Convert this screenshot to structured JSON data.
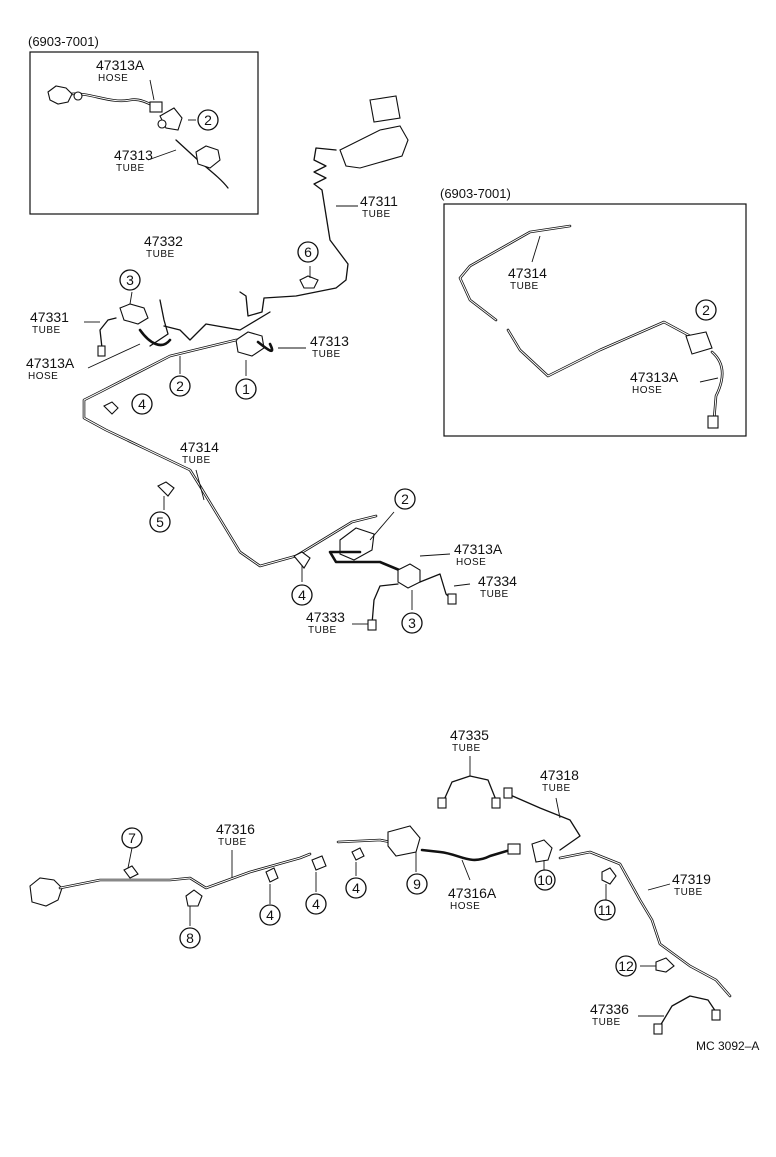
{
  "figure": {
    "reference_code": "MC 3092–A",
    "inset_boxes": [
      {
        "id": "inset-top-left",
        "header": "(6903-7001)"
      },
      {
        "id": "inset-right",
        "header": "(6903-7001)"
      }
    ],
    "labels": [
      {
        "id": "lbl-47313A-inset-tl",
        "part": "47313A",
        "type": "HOSE"
      },
      {
        "id": "lbl-47313-inset-tl",
        "part": "47313",
        "type": "TUBE"
      },
      {
        "id": "lbl-47311",
        "part": "47311",
        "type": "TUBE"
      },
      {
        "id": "lbl-47332",
        "part": "47332",
        "type": "TUBE"
      },
      {
        "id": "lbl-47331",
        "part": "47331",
        "type": "TUBE"
      },
      {
        "id": "lbl-47313A-left",
        "part": "47313A",
        "type": "HOSE"
      },
      {
        "id": "lbl-47313-mid",
        "part": "47313",
        "type": "TUBE"
      },
      {
        "id": "lbl-47314-inset-r",
        "part": "47314",
        "type": "TUBE"
      },
      {
        "id": "lbl-47313A-inset-r",
        "part": "47313A",
        "type": "HOSE"
      },
      {
        "id": "lbl-47314-main",
        "part": "47314",
        "type": "TUBE"
      },
      {
        "id": "lbl-47313A-right",
        "part": "47313A",
        "type": "HOSE"
      },
      {
        "id": "lbl-47334",
        "part": "47334",
        "type": "TUBE"
      },
      {
        "id": "lbl-47333",
        "part": "47333",
        "type": "TUBE"
      },
      {
        "id": "lbl-47335",
        "part": "47335",
        "type": "TUBE"
      },
      {
        "id": "lbl-47318",
        "part": "47318",
        "type": "TUBE"
      },
      {
        "id": "lbl-47316",
        "part": "47316",
        "type": "TUBE"
      },
      {
        "id": "lbl-47319",
        "part": "47319",
        "type": "TUBE"
      },
      {
        "id": "lbl-47316A",
        "part": "47316A",
        "type": "HOSE"
      },
      {
        "id": "lbl-47336",
        "part": "47336",
        "type": "TUBE"
      }
    ],
    "callouts": [
      {
        "id": "c-2-inset-tl",
        "num": "2"
      },
      {
        "id": "c-6",
        "num": "6"
      },
      {
        "id": "c-3-left",
        "num": "3"
      },
      {
        "id": "c-2-mid",
        "num": "2"
      },
      {
        "id": "c-1",
        "num": "1"
      },
      {
        "id": "c-4-left",
        "num": "4"
      },
      {
        "id": "c-2-inset-r",
        "num": "2"
      },
      {
        "id": "c-5",
        "num": "5"
      },
      {
        "id": "c-2-right",
        "num": "2"
      },
      {
        "id": "c-4-mid",
        "num": "4"
      },
      {
        "id": "c-3-right",
        "num": "3"
      },
      {
        "id": "c-7",
        "num": "7"
      },
      {
        "id": "c-8",
        "num": "8"
      },
      {
        "id": "c-4-b1",
        "num": "4"
      },
      {
        "id": "c-4-b2",
        "num": "4"
      },
      {
        "id": "c-4-b3",
        "num": "4"
      },
      {
        "id": "c-9",
        "num": "9"
      },
      {
        "id": "c-10",
        "num": "10"
      },
      {
        "id": "c-11",
        "num": "11"
      },
      {
        "id": "c-12",
        "num": "12"
      }
    ]
  }
}
